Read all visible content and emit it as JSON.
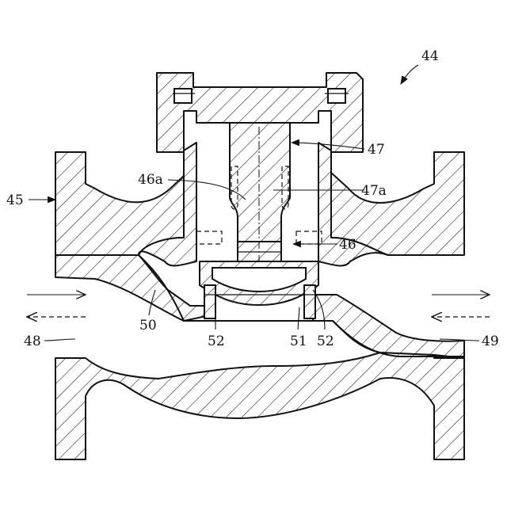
{
  "labels": {
    "l44": "44",
    "l45": "45",
    "l46a": "46a",
    "l47": "47",
    "l47a": "47a",
    "l46": "46",
    "l50": "50",
    "l48": "48",
    "l49": "49",
    "l52_left": "52",
    "l51": "51",
    "l52_right": "52"
  }
}
